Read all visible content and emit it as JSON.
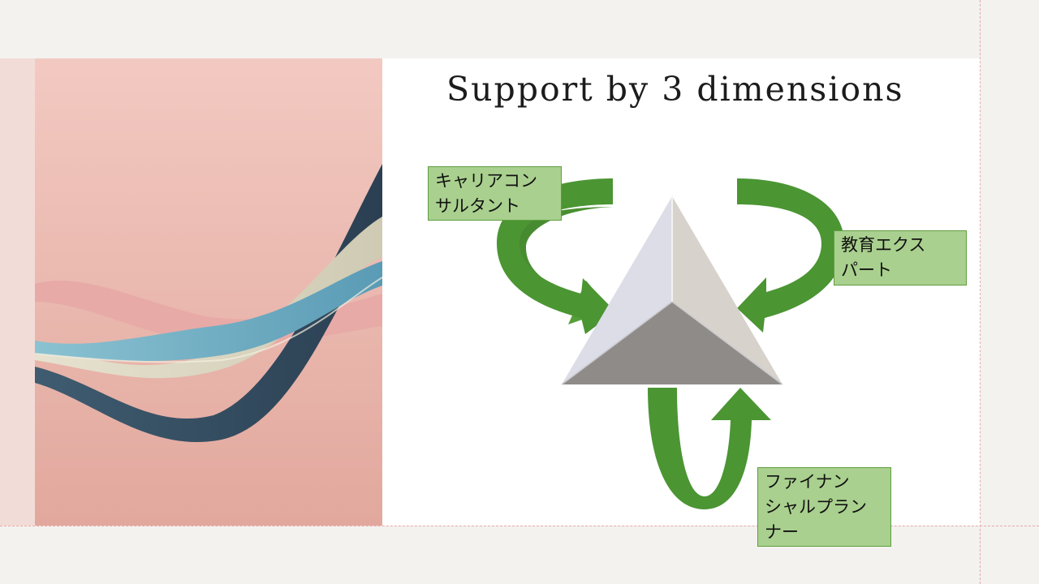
{
  "slide": {
    "title": "Support by 3 dimensions"
  },
  "diagram": {
    "labels": {
      "career": "キャリアコン\nサルタント",
      "education": "教育エクス\nパート",
      "finance": "ファイナン\nシャルプラン\nナー"
    },
    "arrow_color": "#4f9a36",
    "label_color": "#a9d08e"
  },
  "colors": {
    "background": "#f3f2ef",
    "slide": "#ffffff",
    "hero_bg": "#efc5be"
  }
}
